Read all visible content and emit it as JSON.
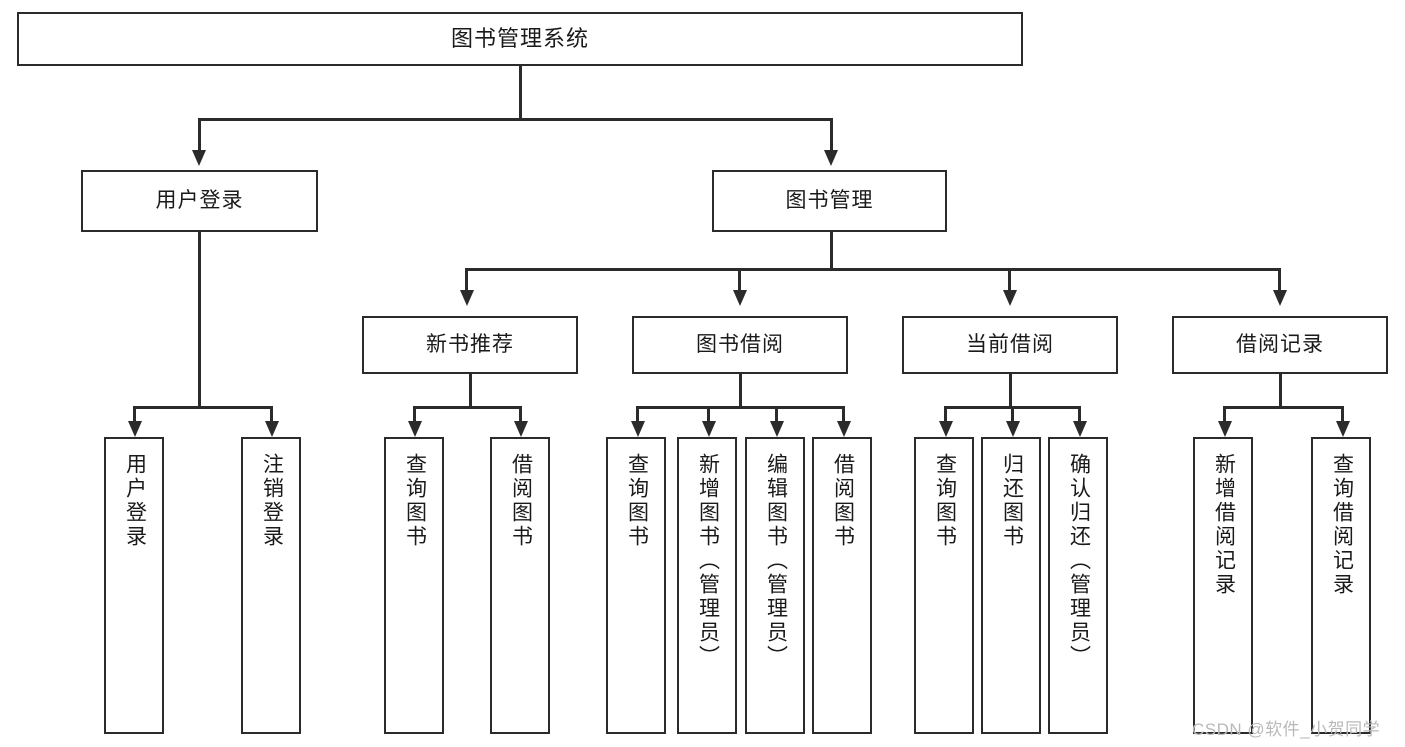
{
  "diagram": {
    "title_node": {
      "label": "图书管理系统"
    },
    "level2": [
      {
        "id": "user-login",
        "label": "用户登录"
      },
      {
        "id": "book-management",
        "label": "图书管理"
      }
    ],
    "level3": [
      {
        "id": "new-book-recommend",
        "label": "新书推荐"
      },
      {
        "id": "book-borrow",
        "label": "图书借阅"
      },
      {
        "id": "current-borrow",
        "label": "当前借阅"
      },
      {
        "id": "borrow-record",
        "label": "借阅记录"
      }
    ],
    "leaves": {
      "user_login": [
        {
          "id": "leaf-user-login",
          "label": "用户登录"
        },
        {
          "id": "leaf-user-logout",
          "label": "注销登录"
        }
      ],
      "new_book_recommend": [
        {
          "id": "leaf-query-book-1",
          "label": "查询图书"
        },
        {
          "id": "leaf-borrow-book-1",
          "label": "借阅图书"
        }
      ],
      "book_borrow": [
        {
          "id": "leaf-query-book-2",
          "label": "查询图书"
        },
        {
          "id": "leaf-add-book",
          "label": "新增图书（管理员）"
        },
        {
          "id": "leaf-edit-book",
          "label": "编辑图书（管理员）"
        },
        {
          "id": "leaf-borrow-book-2",
          "label": "借阅图书"
        }
      ],
      "current_borrow": [
        {
          "id": "leaf-query-book-3",
          "label": "查询图书"
        },
        {
          "id": "leaf-return-book",
          "label": "归还图书"
        },
        {
          "id": "leaf-confirm-return",
          "label": "确认归还（管理员）"
        }
      ],
      "borrow_record": [
        {
          "id": "leaf-add-record",
          "label": "新增借阅记录"
        },
        {
          "id": "leaf-query-record",
          "label": "查询借阅记录"
        }
      ]
    }
  },
  "watermark": {
    "text": "CSDN @软件_小贺同学"
  },
  "colors": {
    "stroke": "#2b2b2b",
    "background": "#ffffff",
    "text": "#1a1a1a",
    "watermark": "#b9b9b9"
  }
}
